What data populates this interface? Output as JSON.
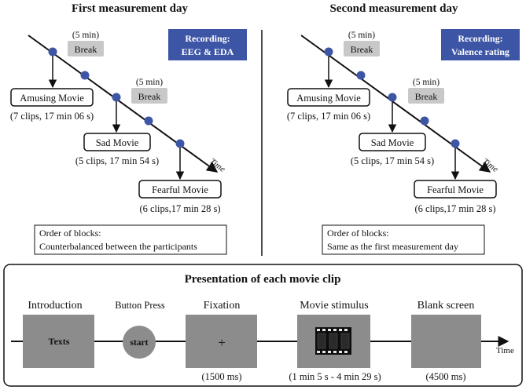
{
  "colors": {
    "recording_bg": "#3d55a5",
    "dot": "#3d55a5",
    "break_bg": "#c8c8c8",
    "screen_grey": "#8c8c8c",
    "time_label": "#3d55a5"
  },
  "left_panel": {
    "title": "First measurement day",
    "recording_line1": "Recording:",
    "recording_line2": "EEG & EDA",
    "break1_duration": "(5 min)",
    "break1_label": "Break",
    "break2_duration": "(5 min)",
    "break2_label": "Break",
    "amusing_label": "Amusing Movie",
    "amusing_detail": "(7 clips, 17 min 06 s)",
    "sad_label": "Sad Movie",
    "sad_detail": "(5 clips, 17 min 54 s)",
    "fearful_label": "Fearful Movie",
    "fearful_detail": "(6 clips,17 min 28 s)",
    "time_label": "Time",
    "order_line1": "Order of blocks:",
    "order_line2": "Counterbalanced between the participants"
  },
  "right_panel": {
    "title": "Second measurement day",
    "recording_line1": "Recording:",
    "recording_line2": "Valence rating",
    "break1_duration": "(5 min)",
    "break1_label": "Break",
    "break2_duration": "(5 min)",
    "break2_label": "Break",
    "amusing_label": "Amusing Movie",
    "amusing_detail": "(7 clips, 17 min 06 s)",
    "sad_label": "Sad Movie",
    "sad_detail": "(5 clips, 17 min 54 s)",
    "fearful_label": "Fearful Movie",
    "fearful_detail": "(6 clips,17 min 28 s)",
    "time_label": "Time",
    "order_line1": "Order of blocks:",
    "order_line2": "Same as the first measurement day"
  },
  "bottom_panel": {
    "title": "Presentation of each movie clip",
    "intro_label": "Introduction",
    "intro_screen_text": "Texts",
    "button_label": "Button Press",
    "button_text": "start",
    "fixation_label": "Fixation",
    "fixation_symbol": "+",
    "fixation_duration": "(1500 ms)",
    "movie_label": "Movie stimulus",
    "movie_icon": "film-strip-icon",
    "movie_duration": "(1 min 5 s - 4 min 29 s)",
    "blank_label": "Blank screen",
    "blank_duration": "(4500 ms)",
    "time_label": "Time"
  }
}
